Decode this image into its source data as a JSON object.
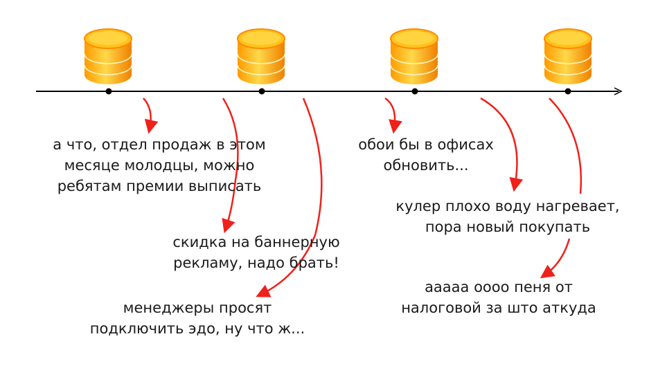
{
  "colors": {
    "arrow": "#f0201a",
    "axis": "#000000",
    "coin_light": "#ffd23a",
    "coin_dark": "#f28a00"
  },
  "timeline": {
    "coins": 4,
    "points": 4
  },
  "notes": [
    {
      "text": "а что, отдел продаж в этом\nмесяце молодцы, можно\nребятам премии выписать"
    },
    {
      "text": "скидка на баннерную\nрекламу, надо брать!"
    },
    {
      "text": "менеджеры просят\nподключить эдо, ну что ж..."
    },
    {
      "text": "обои бы в офисах\nобновить..."
    },
    {
      "text": "кулер плохо воду нагревает,\nпора новый покупать"
    },
    {
      "text": "ааааа оооо пеня от\nналоговой за што аткуда"
    }
  ]
}
